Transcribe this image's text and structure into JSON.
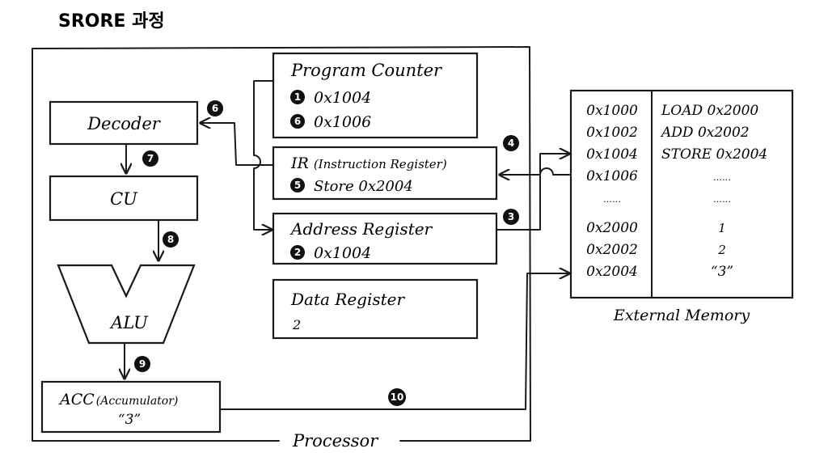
{
  "title": "SRORE 과정",
  "processor_label": "Processor",
  "decoder": {
    "label": "Decoder"
  },
  "cu": {
    "label": "CU"
  },
  "alu": {
    "label": "ALU"
  },
  "acc": {
    "label_main": "ACC",
    "label_sub": "(Accumulator)",
    "value": "“3”"
  },
  "program_counter": {
    "label": "Program Counter",
    "entries": [
      {
        "step": "1",
        "value": "0x1004"
      },
      {
        "step": "6",
        "value": "0x1006"
      }
    ]
  },
  "ir": {
    "label_main": "IR",
    "label_sub": "(Instruction Register)",
    "step": "5",
    "value": "Store 0x2004"
  },
  "address_register": {
    "label": "Address Register",
    "step": "2",
    "value": "0x1004"
  },
  "data_register": {
    "label": "Data Register",
    "value": "2"
  },
  "external_memory": {
    "label": "External Memory",
    "addresses": [
      "0x1000",
      "0x1002",
      "0x1004",
      "0x1006",
      "……",
      "0x2000",
      "0x2002",
      "0x2004"
    ],
    "contents": [
      "LOAD 0x2000",
      "ADD 0x2002",
      "STORE 0x2004",
      "……",
      "……",
      "1",
      "2",
      "“3”"
    ]
  },
  "badges": {
    "to_decoder": "6",
    "ir_bus": "4",
    "addr_bus": "3",
    "decoder_cu": "7",
    "cu_alu": "8",
    "alu_acc": "9",
    "acc_mem": "10"
  }
}
